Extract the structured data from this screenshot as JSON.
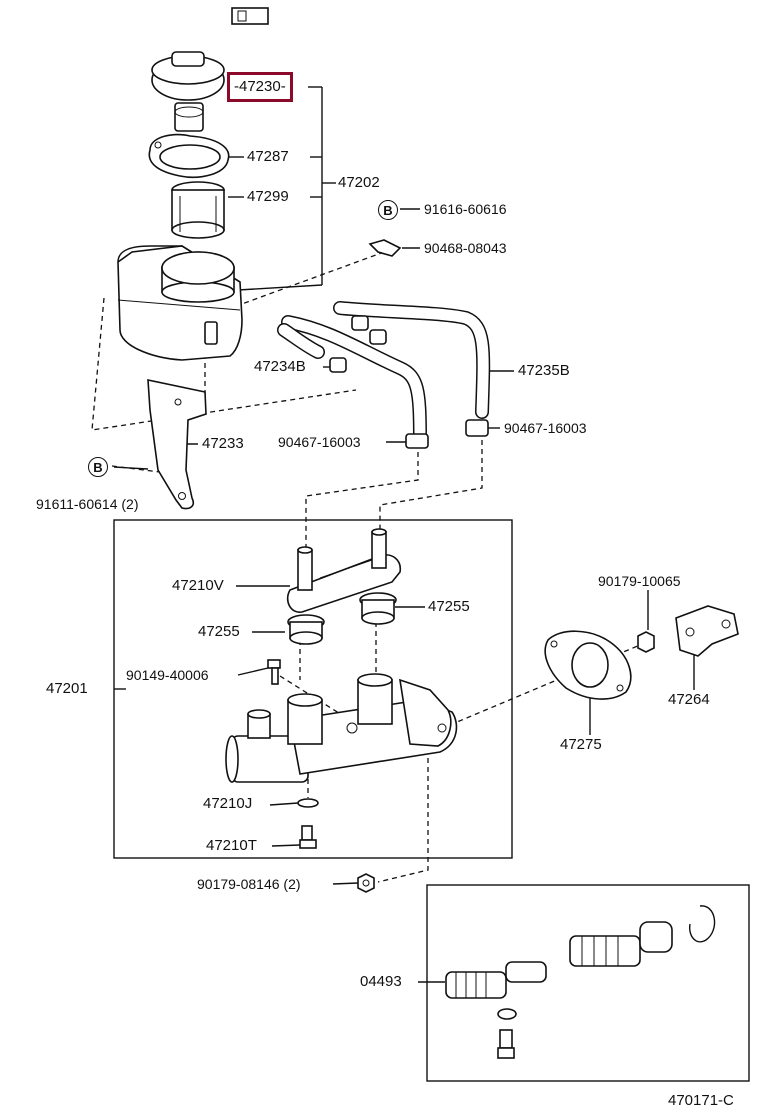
{
  "diagram": {
    "labels": {
      "p47230": "-47230-",
      "p47287": "47287",
      "p47202": "47202",
      "p47299": "47299",
      "p91616": "91616-60616",
      "p90468": "90468-08043",
      "p47234B": "47234B",
      "p47235B": "47235B",
      "p47233": "47233",
      "p90467a": "90467-16003",
      "p90467b": "90467-16003",
      "p91611": "91611-60614 (2)",
      "p47210V": "47210V",
      "p47255a": "47255",
      "p47255b": "47255",
      "p90179_10065": "90179-10065",
      "p90149": "90149-40006",
      "p47201": "47201",
      "p47264": "47264",
      "p47275": "47275",
      "p47210J": "47210J",
      "p47210T": "47210T",
      "p90179_08146": "90179-08146 (2)",
      "p04493": "04493",
      "code": "470171-C"
    },
    "badges": {
      "b1": "B",
      "b2": "B"
    },
    "highlight_color": "#8b0a2a"
  }
}
